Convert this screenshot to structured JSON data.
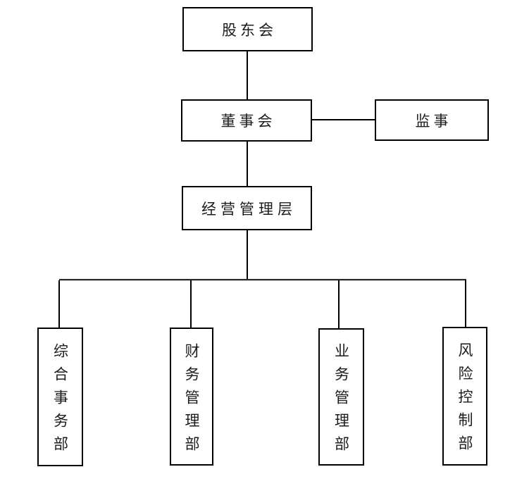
{
  "diagram": {
    "type": "org-chart",
    "background": "#ffffff",
    "line_color": "#000000",
    "border_color": "#000000",
    "text_color": "#1c1c1c",
    "nodes": {
      "shareholders": {
        "label": "股东会",
        "orientation": "horizontal",
        "level": 1
      },
      "board": {
        "label": "董事会",
        "orientation": "horizontal",
        "level": 2
      },
      "supervisor": {
        "label": "监事",
        "orientation": "horizontal",
        "level": 2
      },
      "management": {
        "label": "经营管理层",
        "orientation": "horizontal",
        "level": 3
      },
      "dept_general_affairs": {
        "label": "综合事务部",
        "orientation": "vertical",
        "level": 4
      },
      "dept_finance": {
        "label": "财务管理部",
        "orientation": "vertical",
        "level": 4
      },
      "dept_business": {
        "label": "业务管理部",
        "orientation": "vertical",
        "level": 4
      },
      "dept_risk_control": {
        "label": "风险控制部",
        "orientation": "vertical",
        "level": 4
      }
    },
    "edges": [
      {
        "from": "shareholders",
        "to": "board"
      },
      {
        "from": "board",
        "to": "supervisor"
      },
      {
        "from": "board",
        "to": "management"
      },
      {
        "from": "management",
        "to": "dept_general_affairs"
      },
      {
        "from": "management",
        "to": "dept_finance"
      },
      {
        "from": "management",
        "to": "dept_business"
      },
      {
        "from": "management",
        "to": "dept_risk_control"
      }
    ]
  }
}
